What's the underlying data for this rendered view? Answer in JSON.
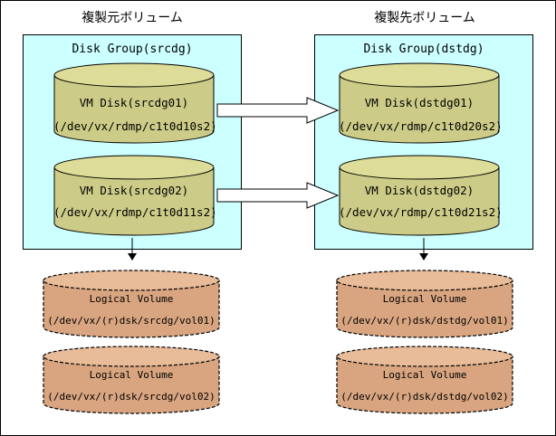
{
  "diagram": {
    "source_title": "複製元ボリューム",
    "target_title": "複製先ボリューム",
    "source_group": {
      "title": "Disk Group(srcdg)",
      "disks": [
        {
          "name": "VM Disk(srcdg01)",
          "path": "(/dev/vx/rdmp/c1t0d10s2)"
        },
        {
          "name": "VM Disk(srcdg02)",
          "path": "(/dev/vx/rdmp/c1t0d11s2)"
        }
      ],
      "volumes": [
        {
          "name": "Logical Volume",
          "path": "(/dev/vx/(r)dsk/srcdg/vol01)"
        },
        {
          "name": "Logical Volume",
          "path": "(/dev/vx/(r)dsk/srcdg/vol02)"
        }
      ]
    },
    "target_group": {
      "title": "Disk Group(dstdg)",
      "disks": [
        {
          "name": "VM Disk(dstdg01)",
          "path": "(/dev/vx/rdmp/c1t0d20s2)"
        },
        {
          "name": "VM Disk(dstdg02)",
          "path": "(/dev/vx/rdmp/c1t0d21s2)"
        }
      ],
      "volumes": [
        {
          "name": "Logical Volume",
          "path": "(/dev/vx/(r)dsk/dstdg/vol01)"
        },
        {
          "name": "Logical Volume",
          "path": "(/dev/vx/(r)dsk/dstdg/vol02)"
        }
      ]
    },
    "colors": {
      "group_fill": "#ccffff",
      "disk_fill": "#cccc88",
      "disk_top": "#dddd99",
      "volume_fill": "#d8a580",
      "volume_top": "#e8bb99",
      "outline": "#000000"
    }
  }
}
